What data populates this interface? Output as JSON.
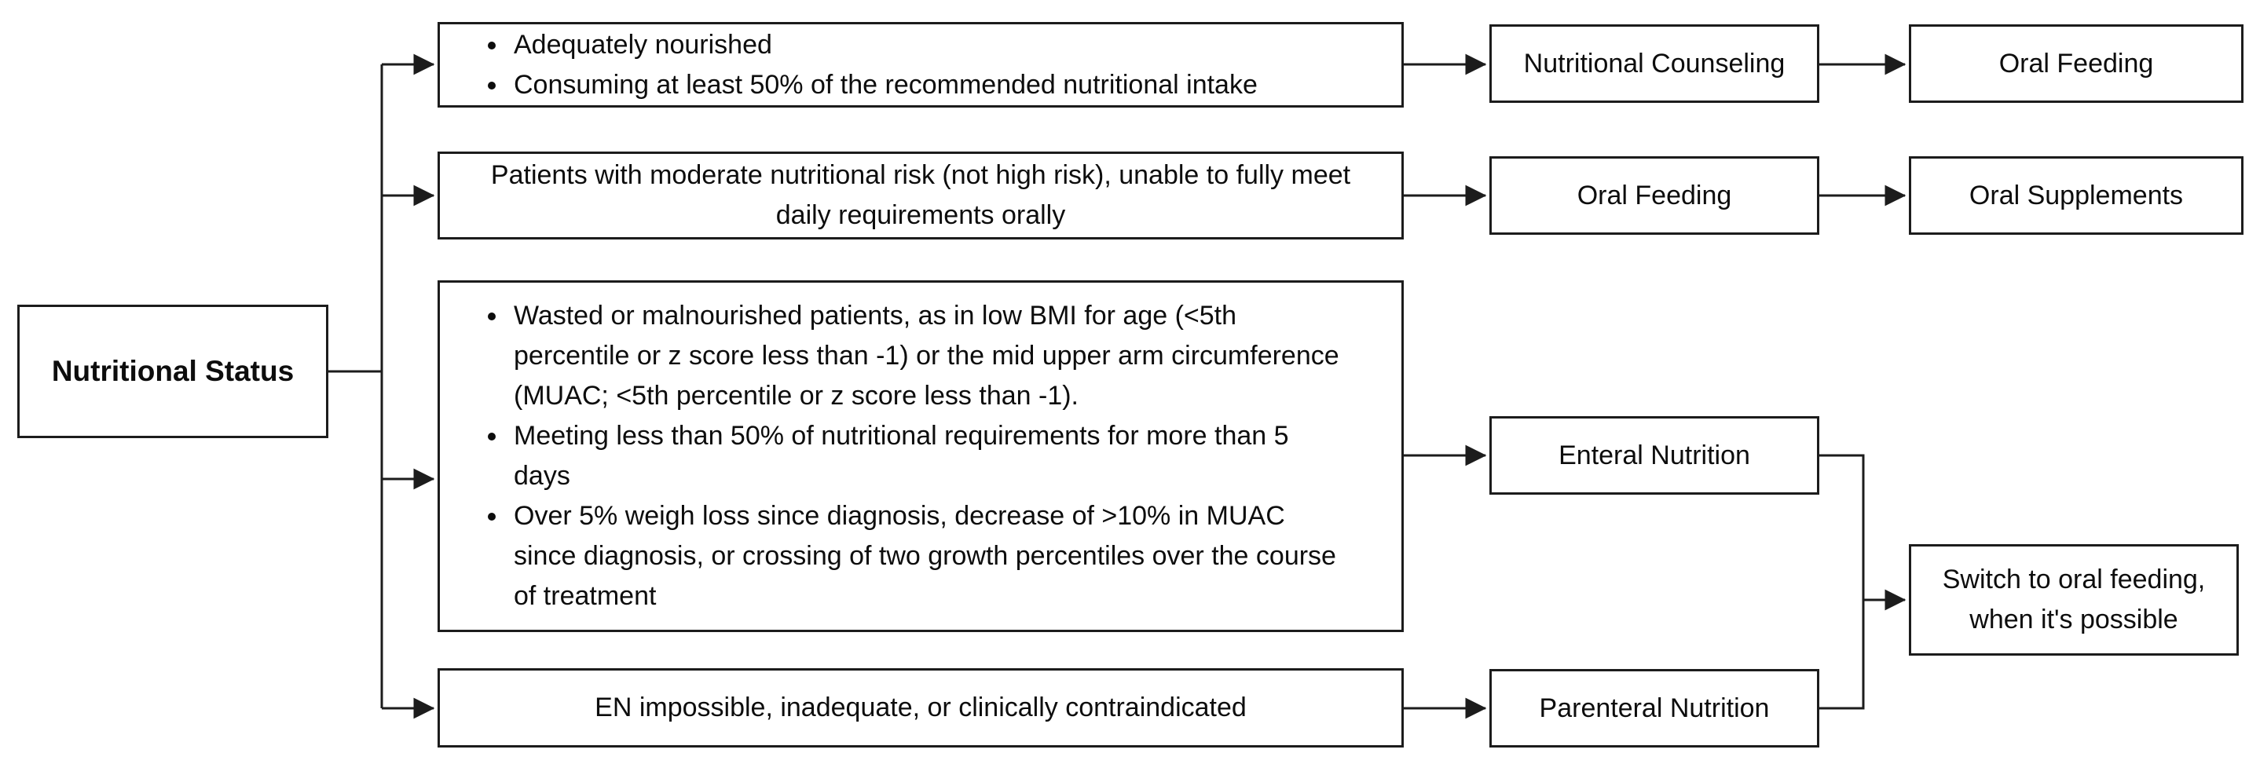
{
  "diagram": {
    "root_label": "Nutritional Status",
    "rows": [
      {
        "criteria_items": [
          "Adequately nourished",
          "Consuming at least 50% of the recommended nutritional intake"
        ],
        "steps": [
          "Nutritional Counseling",
          "Oral Feeding"
        ]
      },
      {
        "criteria_text": "Patients with moderate nutritional risk (not high risk), unable to fully meet daily requirements orally",
        "steps": [
          "Oral Feeding",
          "Oral Supplements"
        ]
      },
      {
        "criteria_items": [
          "Wasted or malnourished patients, as in low BMI for age (<5th percentile or z score less than -1) or the mid upper arm circumference (MUAC; <5th percentile or z score less than -1).",
          "Meeting less than 50% of nutritional requirements for more than 5 days",
          "Over 5% weigh loss since diagnosis, decrease of >10% in MUAC since diagnosis, or crossing of two growth percentiles over the course of treatment"
        ],
        "steps": [
          "Enteral Nutrition"
        ]
      },
      {
        "criteria_text": "EN impossible, inadequate, or clinically contraindicated",
        "steps": [
          "Parenteral Nutrition"
        ]
      }
    ],
    "merge_outcome": "Switch to oral feeding, when it's possible",
    "colors": {
      "stroke": "#1c1c1c",
      "box_background": "#ffffff",
      "text": "#0d0d0d",
      "page_background": "#ffffff"
    }
  }
}
